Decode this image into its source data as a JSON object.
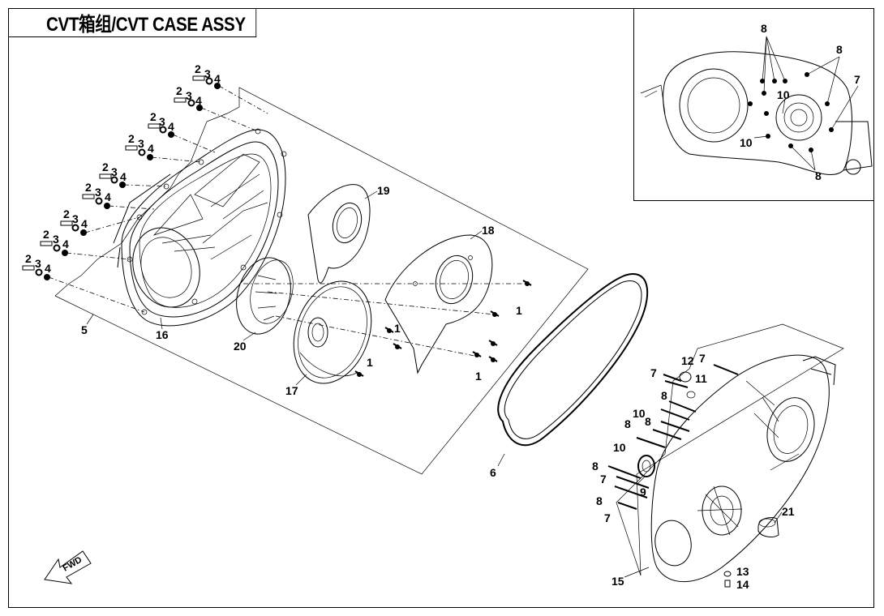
{
  "title": "CVT箱组/CVT CASE ASSY",
  "fwd_label": "FWD",
  "part_numbers": {
    "n1": "1",
    "n2": "2",
    "n3": "3",
    "n4": "4",
    "n5": "5",
    "n6": "6",
    "n7": "7",
    "n8": "8",
    "n9": "9",
    "n10": "10",
    "n11": "11",
    "n12": "12",
    "n13": "13",
    "n14": "14",
    "n15": "15",
    "n16": "16",
    "n17": "17",
    "n18": "18",
    "n19": "19",
    "n20": "20",
    "n21": "21"
  }
}
